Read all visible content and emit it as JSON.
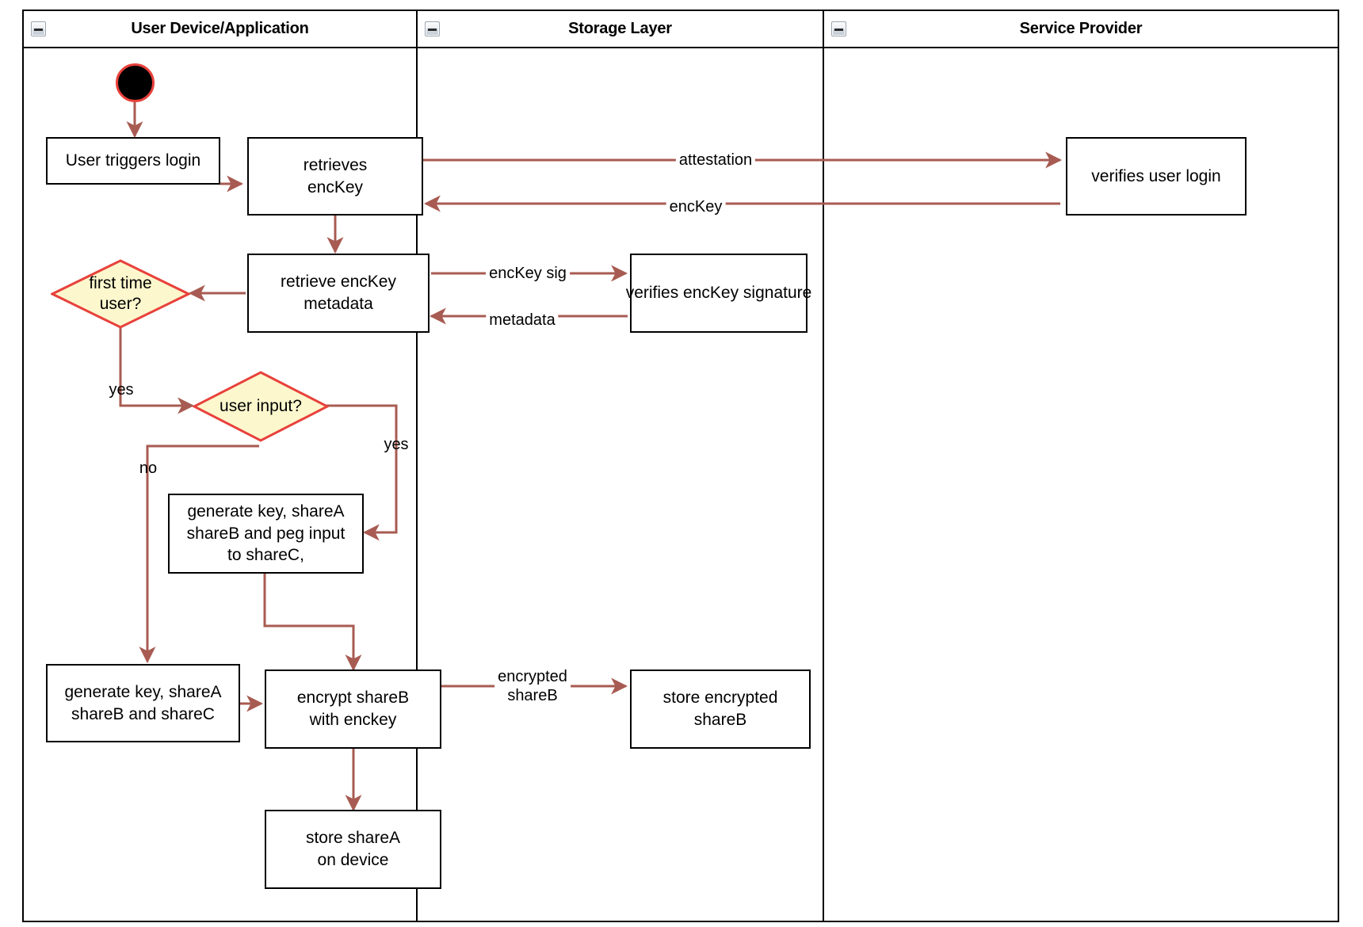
{
  "diagram": {
    "type": "uml-activity-swimlane",
    "accent_edge_color": "#a85b52",
    "node_border_color": "#000000",
    "decision_fill": "#fdf7cd",
    "decision_border": "#e8413b",
    "start_node_fill": "#000000",
    "start_node_border": "#e8413b"
  },
  "lanes": [
    {
      "title": "User Device/Application",
      "collapse_icon": "minus-collapse-icon"
    },
    {
      "title": "Storage Layer",
      "collapse_icon": "minus-collapse-icon"
    },
    {
      "title": "Service Provider",
      "collapse_icon": "minus-collapse-icon"
    }
  ],
  "nodes": {
    "start": {
      "label": "",
      "icon": "initial-node-icon"
    },
    "user_triggers_login": {
      "label": "User triggers login"
    },
    "retrieves_enckey": {
      "label": "retrieves\nencKey"
    },
    "verifies_user_login": {
      "label": "verifies user login"
    },
    "retrieve_enckey_metadata": {
      "label": "retrieve encKey\nmetadata"
    },
    "verifies_enckey_signature": {
      "label": "verifies encKey signature"
    },
    "first_time_user": {
      "label": "first time\nuser?"
    },
    "user_input": {
      "label": "user input?"
    },
    "generate_peg_input": {
      "label": "generate key, shareA\nshareB and peg input\nto shareC,"
    },
    "generate_shares": {
      "label": "generate key, shareA\nshareB and shareC"
    },
    "encrypt_shareb": {
      "label": "encrypt shareB\nwith enckey"
    },
    "store_encrypted_shareb": {
      "label": "store encrypted\nshareB"
    },
    "store_sharea": {
      "label": "store shareA\non device"
    }
  },
  "edge_labels": {
    "attestation": "attestation",
    "enckey": "encKey",
    "enckey_sig": "encKey sig",
    "metadata": "metadata",
    "first_time_yes": "yes",
    "user_input_yes": "yes",
    "user_input_no": "no",
    "encrypted_shareb": "encrypted\nshareB"
  }
}
